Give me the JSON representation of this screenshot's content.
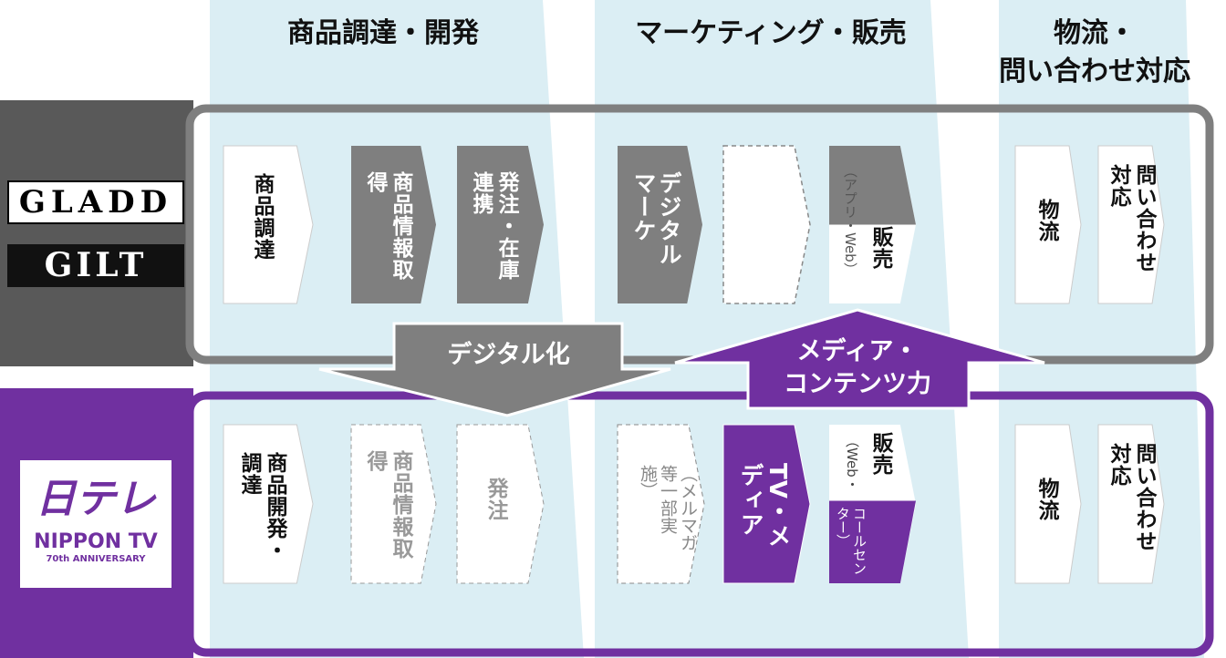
{
  "headers": {
    "procurement": "商品調達・開発",
    "marketing": "マーケティング・販売",
    "logistics_1": "物流・",
    "logistics_2": "問い合わせ対応"
  },
  "gladd": {
    "logo1": "GLADD",
    "logo2": "GILT",
    "steps": [
      "商品調達",
      "商品情報取得",
      "発注・在庫連携",
      "デジタルマーケ",
      "",
      "販売",
      "（アプリ・Web）",
      "物流",
      "問い合わせ対応"
    ]
  },
  "ntv": {
    "logo_text": "NIPPON TV",
    "logo_sub": "70th ANNIVERSARY",
    "logo_mark": "日テレ",
    "steps": [
      "商品開発・調達",
      "商品情報取得",
      "発注",
      "（メルマガ等一部実施）",
      "TV・メディア",
      "販売",
      "（Web・",
      "コールセンター）",
      "物流",
      "問い合わせ対応"
    ]
  },
  "arrows": {
    "digital": "デジタル化",
    "media_1": "メディア・",
    "media_2": "コンテンツ力"
  },
  "colors": {
    "band": "#dbeef4",
    "gray": "#7f7f7f",
    "dark": "#595959",
    "purple": "#7030a0"
  }
}
